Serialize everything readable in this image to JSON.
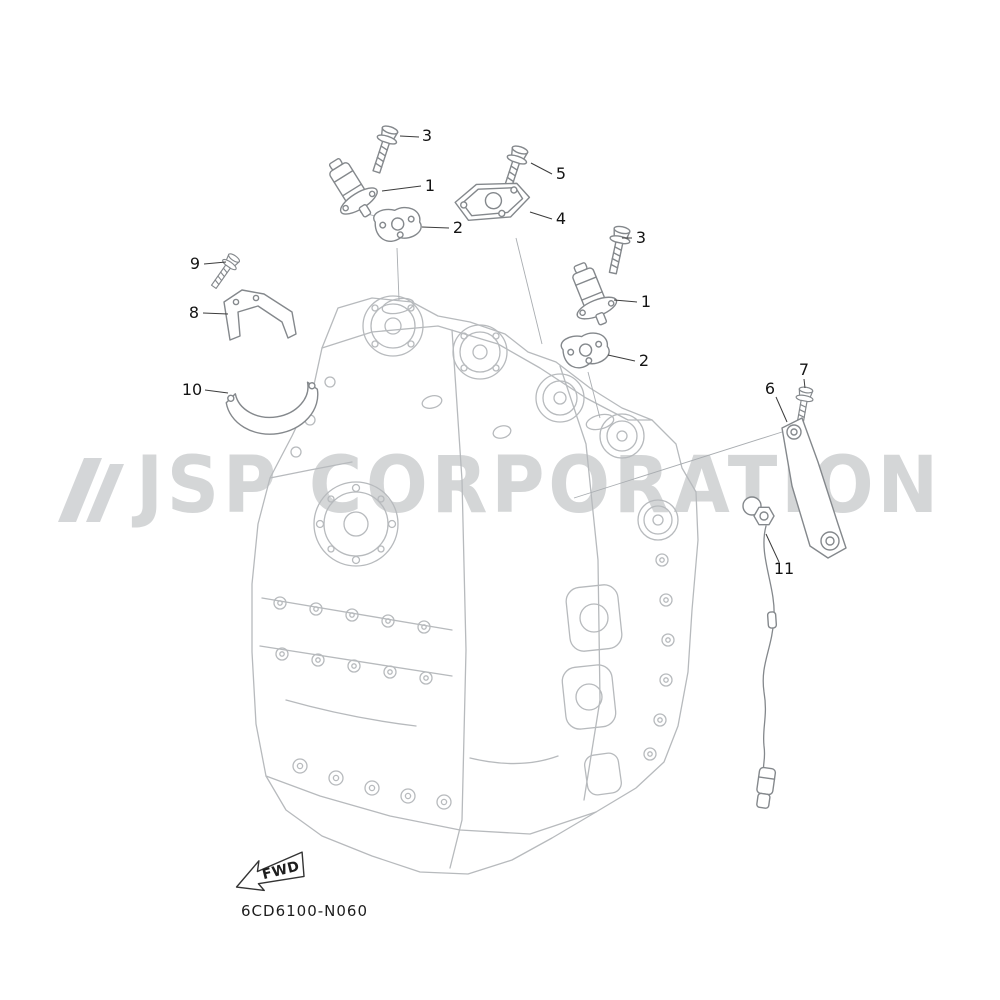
{
  "diagram": {
    "code": "6CD6100-N060",
    "fwd_label": "FWD",
    "watermark": "JSP CORPORATION"
  },
  "callouts": [
    {
      "label": "3"
    },
    {
      "label": "1"
    },
    {
      "label": "2"
    },
    {
      "label": "5"
    },
    {
      "label": "4"
    },
    {
      "label": "3"
    },
    {
      "label": "1"
    },
    {
      "label": "2"
    },
    {
      "label": "9"
    },
    {
      "label": "8"
    },
    {
      "label": "10"
    },
    {
      "label": "7"
    },
    {
      "label": "6"
    },
    {
      "label": "11"
    }
  ]
}
